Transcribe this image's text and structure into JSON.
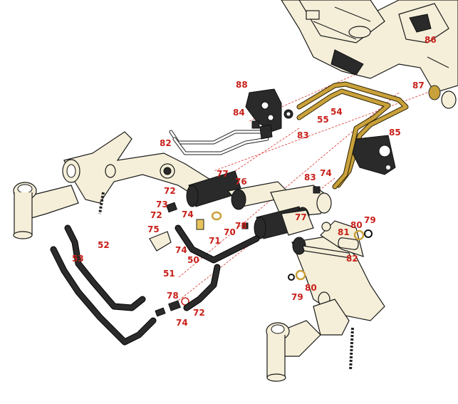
{
  "colors": {
    "label": "#c8201a",
    "cream": "#f5efd9",
    "gold": "#c9a13a",
    "dark": "#2a2a2a"
  },
  "callouts": [
    {
      "id": "86",
      "text": "86"
    },
    {
      "id": "87",
      "text": "87"
    },
    {
      "id": "88",
      "text": "88"
    },
    {
      "id": "84",
      "text": "84"
    },
    {
      "id": "55",
      "text": "55"
    },
    {
      "id": "54",
      "text": "54"
    },
    {
      "id": "83a",
      "text": "83"
    },
    {
      "id": "85",
      "text": "85"
    },
    {
      "id": "82a",
      "text": "82"
    },
    {
      "id": "77a",
      "text": "77"
    },
    {
      "id": "76",
      "text": "76"
    },
    {
      "id": "83b",
      "text": "83"
    },
    {
      "id": "74a",
      "text": "74"
    },
    {
      "id": "72a",
      "text": "72"
    },
    {
      "id": "73",
      "text": "73"
    },
    {
      "id": "74b",
      "text": "74"
    },
    {
      "id": "72b",
      "text": "72"
    },
    {
      "id": "75",
      "text": "75"
    },
    {
      "id": "70",
      "text": "70"
    },
    {
      "id": "71",
      "text": "71"
    },
    {
      "id": "78a",
      "text": "78"
    },
    {
      "id": "77b",
      "text": "77"
    },
    {
      "id": "80a",
      "text": "80"
    },
    {
      "id": "79a",
      "text": "79"
    },
    {
      "id": "81",
      "text": "81"
    },
    {
      "id": "52",
      "text": "52"
    },
    {
      "id": "53",
      "text": "53"
    },
    {
      "id": "74c",
      "text": "74"
    },
    {
      "id": "50",
      "text": "50"
    },
    {
      "id": "51",
      "text": "51"
    },
    {
      "id": "82b",
      "text": "82"
    },
    {
      "id": "79b",
      "text": "79"
    },
    {
      "id": "80b",
      "text": "80"
    },
    {
      "id": "78b",
      "text": "78"
    },
    {
      "id": "72c",
      "text": "72"
    },
    {
      "id": "74d",
      "text": "74"
    }
  ]
}
